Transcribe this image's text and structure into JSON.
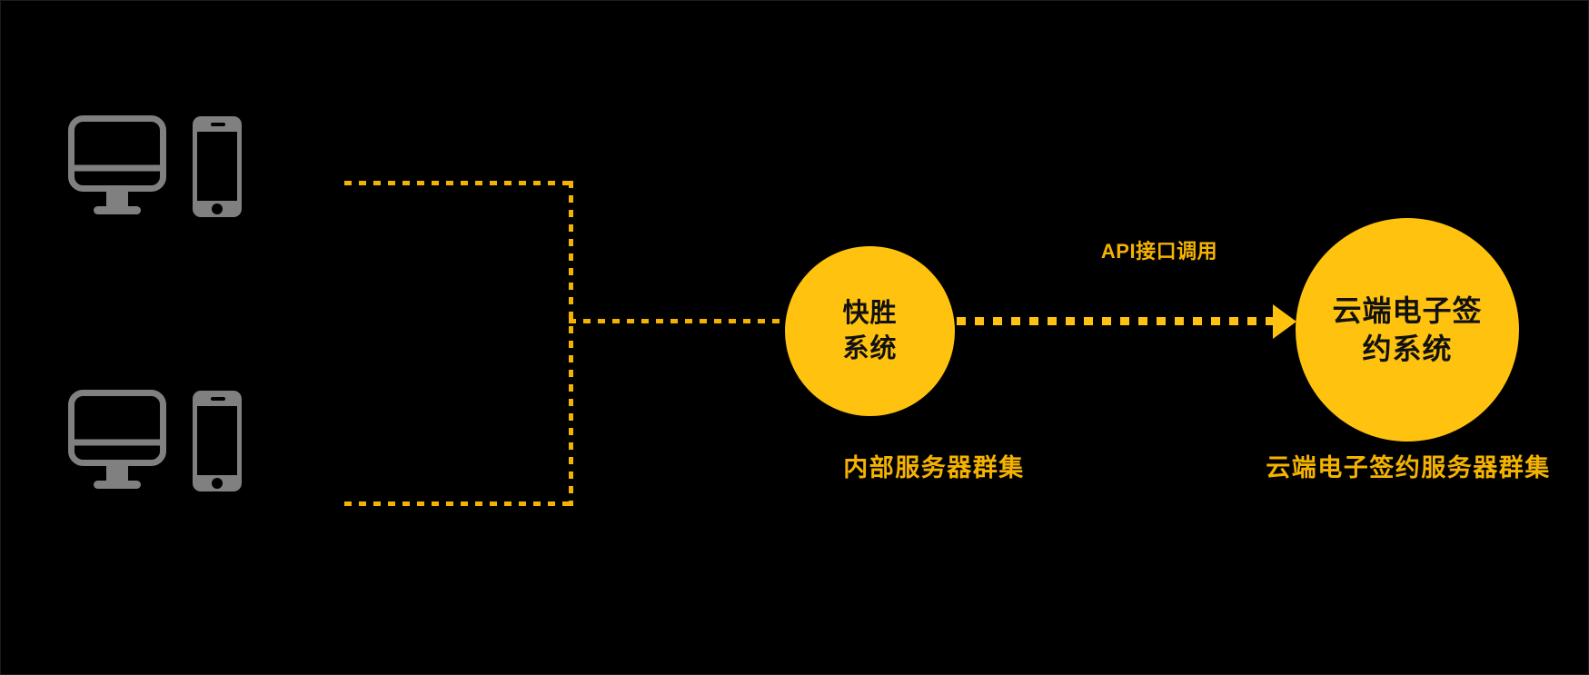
{
  "canvas": {
    "background_color": "#000000",
    "accent_color": "#FFC20E",
    "line_color": "#F5B301",
    "device_color": "#808080",
    "node_text_color": "#111111"
  },
  "devices": {
    "top": {
      "monitor_icon": "desktop-monitor-icon",
      "phone_icon": "mobile-phone-icon"
    },
    "bottom": {
      "monitor_icon": "desktop-monitor-icon",
      "phone_icon": "mobile-phone-icon"
    }
  },
  "nodes": [
    {
      "id": "internal-system",
      "label": "快胜\n系统",
      "caption": "内部服务器群集"
    },
    {
      "id": "cloud-esign-system",
      "label": "云端电子签\n约系统",
      "caption": "云端电子签约服务器群集"
    }
  ],
  "edges": {
    "api_call_label": "API接口调用"
  }
}
